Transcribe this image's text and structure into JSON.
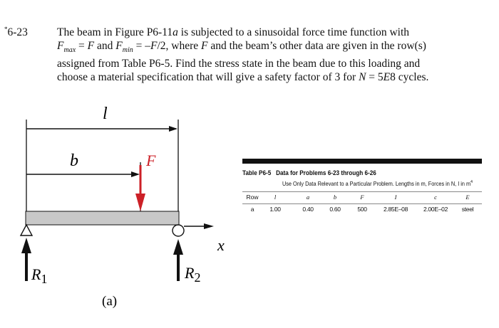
{
  "problem": {
    "number": "6-23",
    "star": "*",
    "lines": [
      "The beam in Figure P6-11a is subjected to a sinusoidal force time function with",
      "F_max = F and F_min = –F/2, where F and the beam’s other data are given in the row(s)",
      "assigned from Table P6-5.  Find the stress state in the beam due to this loading and",
      "choose a material specification that will give a safety factor of 3 for N = 5E8 cycles."
    ]
  },
  "figure": {
    "label_l": "l",
    "label_b": "b",
    "label_F": "F",
    "label_x": "x",
    "label_R1": "R",
    "label_R1_sub": "1",
    "label_R2": "R",
    "label_R2_sub": "2",
    "caption": "(a)",
    "colors": {
      "force": "#cc2027",
      "beam_fill": "#c8c8c8"
    }
  },
  "table": {
    "caption_number": "Table P6-5",
    "caption_title": "Data for Problems 6-23 through 6-26",
    "subcaption": "Use Only Data Relevant to a Particular Problem.  Lengths in m, Forces in N, I in m",
    "subcaption_sup": "4",
    "headers": [
      "Row",
      "l",
      "a",
      "b",
      "F",
      "I",
      "c",
      "E"
    ],
    "rows": [
      [
        "a",
        "1.00",
        "0.40",
        "0.60",
        "500",
        "2.85E–08",
        "2.00E–02",
        "steel"
      ]
    ]
  }
}
